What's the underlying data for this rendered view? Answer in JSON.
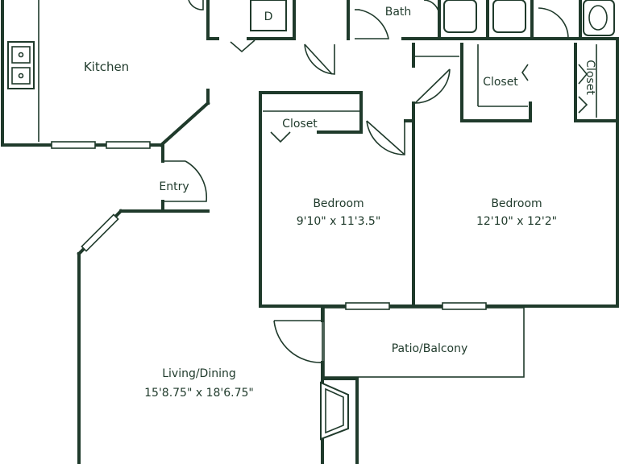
{
  "rooms": {
    "kitchen": {
      "name": "Kitchen"
    },
    "bath": {
      "name": "Bath"
    },
    "closet_bed1": {
      "name": "Closet"
    },
    "closet_bed2": {
      "name": "Closet"
    },
    "closet_right": {
      "name": "Closet"
    },
    "entry": {
      "name": "Entry"
    },
    "bedroom1": {
      "name": "Bedroom",
      "dimensions": "9'10\" x 11'3.5\""
    },
    "bedroom2": {
      "name": "Bedroom",
      "dimensions": "12'10\" x 12'2\""
    },
    "patio": {
      "name": "Patio/Balcony"
    },
    "living": {
      "name": "Living/Dining",
      "dimensions": "15'8.75\" x 18'6.75\""
    }
  },
  "fixtures": {
    "dryer_label": "D"
  },
  "colors": {
    "line": "#1f3a2b",
    "background": "#ffffff"
  }
}
